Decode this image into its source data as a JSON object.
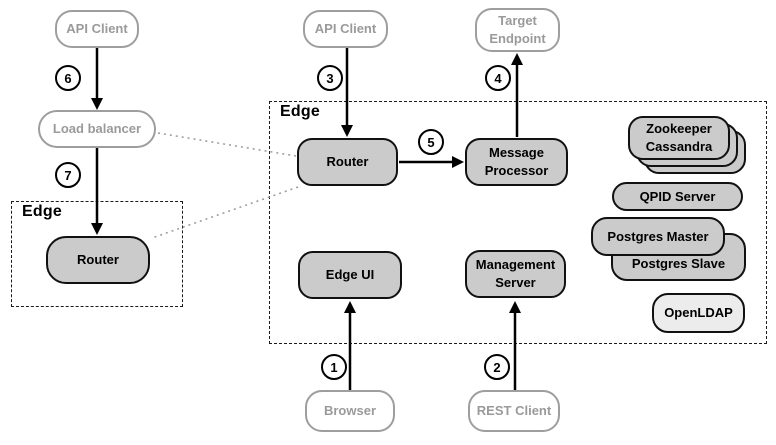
{
  "groups": {
    "edge_left": {
      "label": "Edge"
    },
    "edge_main": {
      "label": "Edge"
    }
  },
  "nodes": {
    "api_client_left": {
      "label": "API Client"
    },
    "load_balancer": {
      "label": "Load balancer"
    },
    "router_left": {
      "label": "Router"
    },
    "api_client_mid": {
      "label": "API Client"
    },
    "target_endpoint": {
      "line1": "Target",
      "line2": "Endpoint"
    },
    "router_main": {
      "label": "Router"
    },
    "message_processor": {
      "line1": "Message",
      "line2": "Processor"
    },
    "edge_ui": {
      "label": "Edge UI"
    },
    "management_server": {
      "line1": "Management",
      "line2": "Server"
    },
    "zookeeper_cassandra": {
      "line1": "Zookeeper",
      "line2": "Cassandra"
    },
    "qpid_server": {
      "label": "QPID Server"
    },
    "postgres_master": {
      "label": "Postgres Master"
    },
    "postgres_slave": {
      "label": "Postgres Slave"
    },
    "openldap": {
      "label": "OpenLDAP"
    },
    "browser": {
      "label": "Browser"
    },
    "rest_client": {
      "label": "REST Client"
    }
  },
  "steps": {
    "s1": "1",
    "s2": "2",
    "s3": "3",
    "s4": "4",
    "s5": "5",
    "s6": "6",
    "s7": "7"
  },
  "connections": [
    {
      "step": "1",
      "from": "Browser",
      "to": "Edge UI",
      "style": "arrow"
    },
    {
      "step": "2",
      "from": "REST Client",
      "to": "Management Server",
      "style": "arrow"
    },
    {
      "step": "3",
      "from": "API Client",
      "to": "Router (Edge)",
      "style": "arrow"
    },
    {
      "step": "4",
      "from": "Message Processor",
      "to": "Target Endpoint",
      "style": "arrow"
    },
    {
      "step": "5",
      "from": "Router (Edge)",
      "to": "Message Processor",
      "style": "arrow"
    },
    {
      "step": "6",
      "from": "API Client",
      "to": "Load balancer",
      "style": "arrow"
    },
    {
      "step": "7",
      "from": "Load balancer",
      "to": "Router (left Edge)",
      "style": "arrow"
    },
    {
      "from": "Load balancer",
      "to": "Router (Edge)",
      "style": "dotted"
    },
    {
      "from": "Router (Edge)",
      "to": "Router (left Edge)",
      "style": "dotted"
    }
  ],
  "colors": {
    "node_fill": "#cbcbcb",
    "openldap_fill": "#ececec",
    "node_border": "#111111",
    "external_border": "#9e9e9e",
    "external_text": "#9a9a9a",
    "arrow": "#000000",
    "dotted_link": "#999999",
    "dashed_group": "#1a1a1a"
  }
}
